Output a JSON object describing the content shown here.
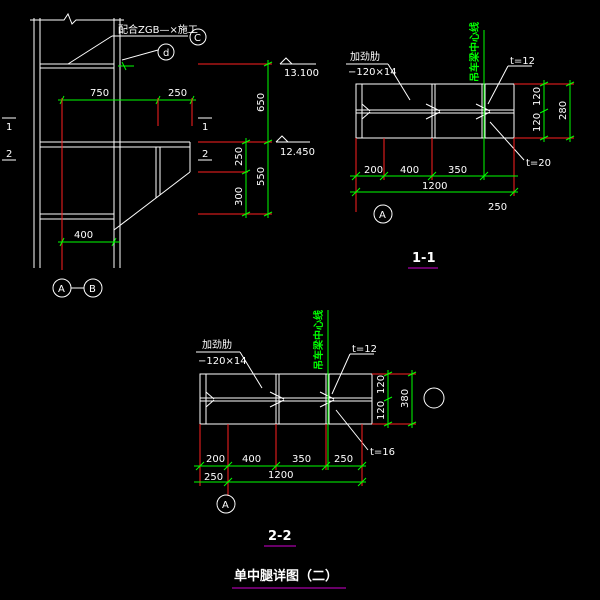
{
  "drawing_title": "单中腿详图（二）",
  "elevation": {
    "note_material": "配合ZGB—×施工",
    "grid_c": "C",
    "grid_d": "d",
    "grid_a": "A",
    "grid_b": "B",
    "dim_750": "750",
    "dim_250": "250",
    "dim_400": "400",
    "dim_650": "650",
    "dim_250b": "250",
    "dim_300": "300",
    "dim_550": "550",
    "elev_top": "13.100",
    "elev_mid": "12.450",
    "sec_1": "1",
    "sec_2": "2"
  },
  "section_1": {
    "label": "1-1",
    "stiffener": "加劲肋",
    "stiffener_size": "−120×14",
    "beam_centerline": "吊车梁中心线",
    "t_top": "t=12",
    "t_bottom": "t=20",
    "dim_200": "200",
    "dim_400": "400",
    "dim_350": "350",
    "dim_1200": "1200",
    "dim_250": "250",
    "dim_120a": "120",
    "dim_120b": "120",
    "dim_280": "280",
    "grid_a": "A"
  },
  "section_2": {
    "label": "2-2",
    "stiffener": "加劲肋",
    "stiffener_size": "−120×14",
    "beam_centerline": "吊车梁中心线",
    "t_top": "t=12",
    "t_bottom": "t=16",
    "dim_200": "200",
    "dim_400": "400",
    "dim_350": "350",
    "dim_250": "250",
    "dim_250b": "250",
    "dim_1200": "1200",
    "dim_120a": "120",
    "dim_120b": "120",
    "dim_380": "380",
    "grid_a": "A"
  }
}
